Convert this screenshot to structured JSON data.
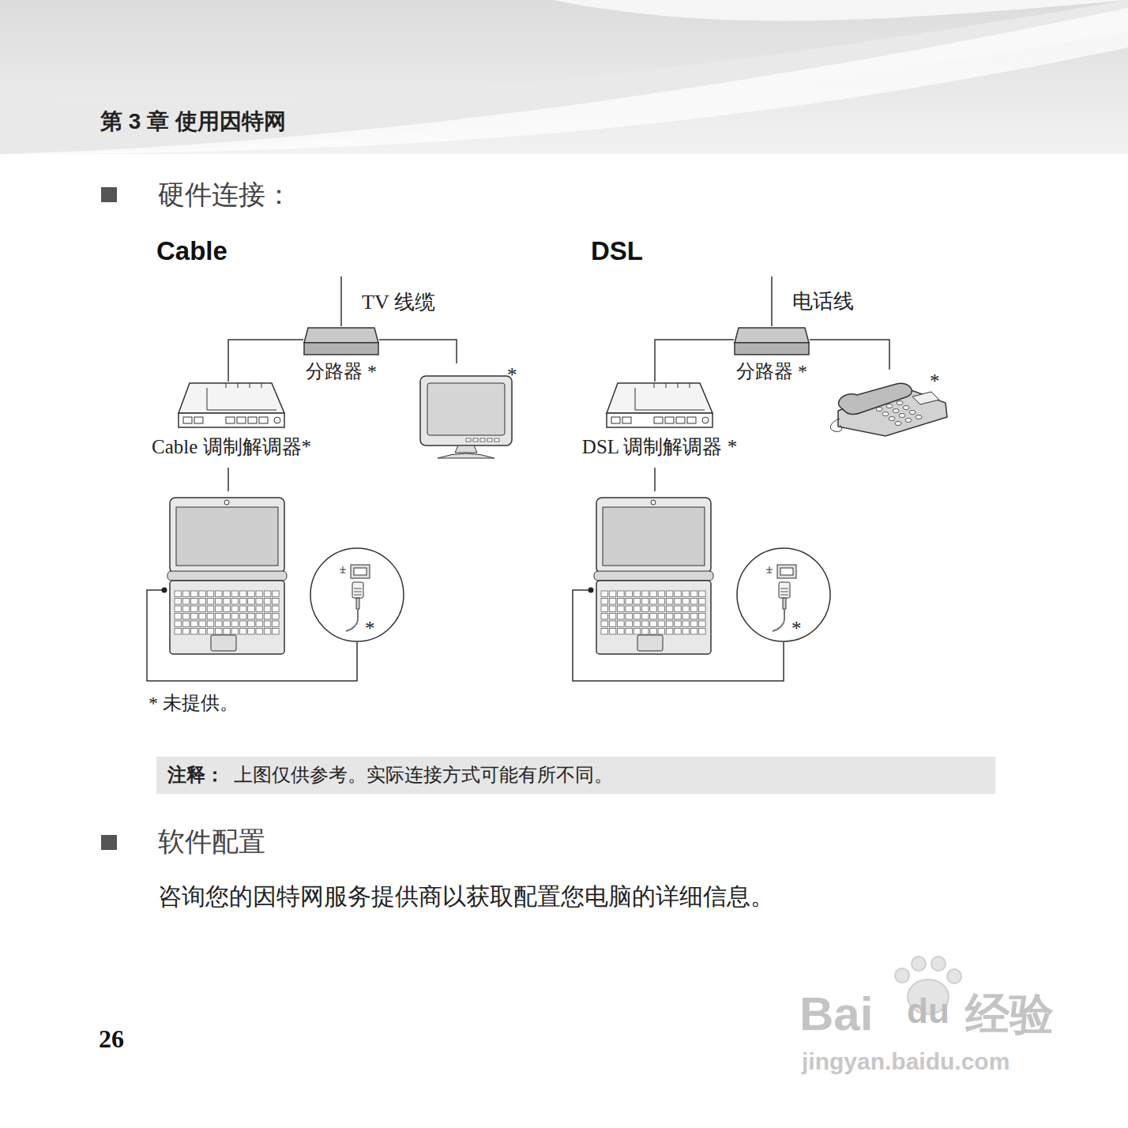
{
  "diagram": {
    "title": "第 3 章 使用因特网",
    "nodes": [
      {
        "text": [
          "分路器 *"
        ]
      },
      {
        "text": [
          "Cable 调制解调器*"
        ]
      },
      {
        "text": [
          "*"
        ]
      },
      {
        "text": [
          "*"
        ]
      },
      {
        "text": [
          "分路器 *"
        ]
      },
      {
        "text": [
          "DSL 调制解调器 *"
        ]
      },
      {
        "text": [
          "*"
        ]
      },
      {
        "text": [
          "*"
        ]
      }
    ],
    "edges": [
      {
        "from": 0,
        "to": 1,
        "arrow": "none"
      },
      {
        "from": 0,
        "to": 2,
        "arrow": "none"
      },
      {
        "from": 4,
        "to": 5,
        "arrow": "none"
      },
      {
        "from": 4,
        "to": 6,
        "arrow": "none"
      }
    ],
    "labels": [
      "硬件连接：",
      "Cable",
      "DSL",
      "TV 线缆",
      "电话线",
      "* 未提供。",
      "注释：",
      "上图仅供参考。实际连接方式可能有所不同。",
      "软件配置",
      "咨询您的因特网服务提供商以获取配置您电脑的详细信息。",
      "26",
      "Bai",
      "du",
      "经验",
      "jingyan.baidu.com"
    ]
  }
}
